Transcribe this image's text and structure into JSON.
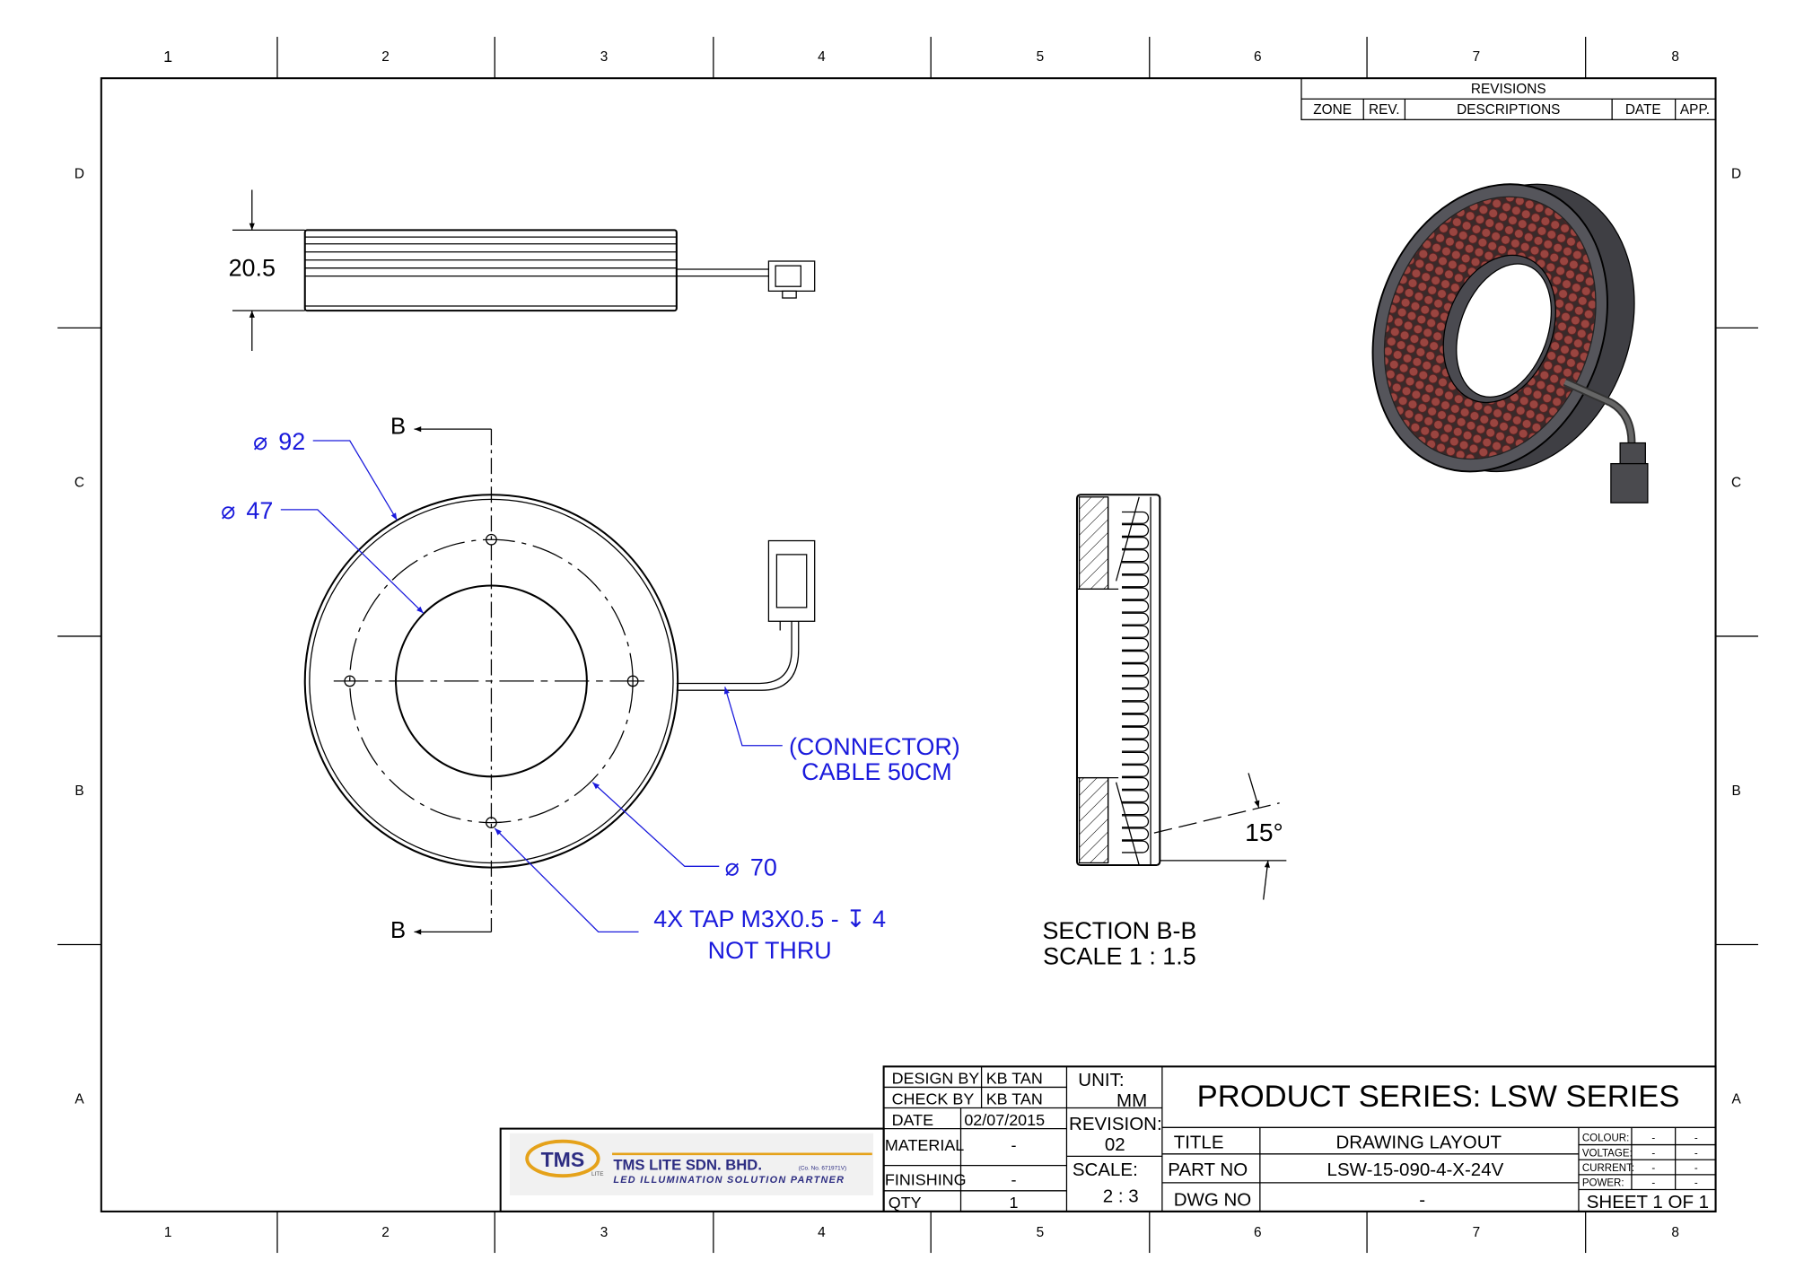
{
  "zones": {
    "columns": [
      "1",
      "2",
      "3",
      "4",
      "5",
      "6",
      "7",
      "8"
    ],
    "rows": [
      "D",
      "C",
      "B",
      "A"
    ]
  },
  "revisions": {
    "title": "REVISIONS",
    "columns": [
      "ZONE",
      "REV.",
      "DESCRIPTIONS",
      "DATE",
      "APP."
    ]
  },
  "side_view": {
    "height_dim": "20.5"
  },
  "front_view": {
    "section_marker": "B",
    "dia_outer": "92",
    "dia_inner": "47",
    "dia_bolt": "70",
    "diameter_symbol": "⌀",
    "connector_note": [
      "(CONNECTOR)",
      "CABLE 50CM"
    ],
    "tap_note": [
      "4X TAP M3X0.5 - ↧ 4",
      "NOT THRU"
    ]
  },
  "section_view": {
    "title": "SECTION B-B",
    "scale": "SCALE 1 : 1.5",
    "angle": "15°"
  },
  "colors": {
    "annotation": "#1a1adc",
    "led": "#8e3b36",
    "housing": "#4a4a4e"
  },
  "title_block": {
    "company": {
      "logo_text": "TMS",
      "logo_sub": "LITE",
      "name": "TMS LITE SDN. BHD.",
      "reg": "(Co. No. 671971V)",
      "tagline": "LED ILLUMINATION SOLUTION PARTNER"
    },
    "design_by": {
      "label": "DESIGN BY",
      "value": "KB TAN"
    },
    "check_by": {
      "label": "CHECK BY",
      "value": "KB TAN"
    },
    "date": {
      "label": "DATE",
      "value": "02/07/2015"
    },
    "material": {
      "label": "MATERIAL",
      "value": "-"
    },
    "finishing": {
      "label": "FINISHING",
      "value": "-"
    },
    "qty": {
      "label": "QTY",
      "value": "1"
    },
    "unit": {
      "label": "UNIT:",
      "value": "MM"
    },
    "revision": {
      "label": "REVISION:",
      "value": "02"
    },
    "scale": {
      "label": "SCALE:",
      "value": "2 : 3"
    },
    "product_series": "PRODUCT SERIES: LSW  SERIES",
    "title": {
      "label": "TITLE",
      "value": "DRAWING LAYOUT"
    },
    "part_no": {
      "label": "PART NO",
      "value": "LSW-15-090-4-X-24V"
    },
    "dwg_no": {
      "label": "DWG NO",
      "value": "-"
    },
    "specs": [
      {
        "label": "COLOUR:",
        "v1": "-",
        "v2": "-"
      },
      {
        "label": "VOLTAGE:",
        "v1": "-",
        "v2": "-"
      },
      {
        "label": "CURRENT:",
        "v1": "-",
        "v2": "-"
      },
      {
        "label": "POWER:",
        "v1": "-",
        "v2": "-"
      }
    ],
    "sheet": "SHEET 1 OF 1"
  }
}
